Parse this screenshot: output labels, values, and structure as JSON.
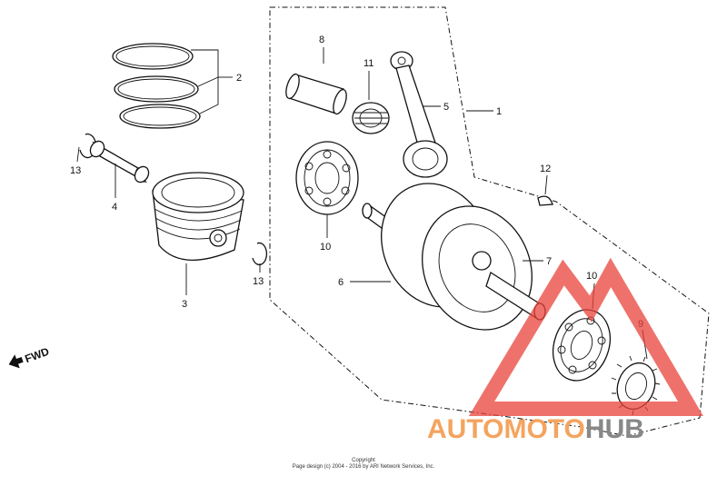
{
  "diagram": {
    "callouts": [
      {
        "id": "c2",
        "label": "2"
      },
      {
        "id": "c13a",
        "label": "13"
      },
      {
        "id": "c4",
        "label": "4"
      },
      {
        "id": "c3",
        "label": "3"
      },
      {
        "id": "c13b",
        "label": "13"
      },
      {
        "id": "c8",
        "label": "8"
      },
      {
        "id": "c11",
        "label": "11"
      },
      {
        "id": "c5",
        "label": "5"
      },
      {
        "id": "c1",
        "label": "1"
      },
      {
        "id": "c10a",
        "label": "10"
      },
      {
        "id": "c6",
        "label": "6"
      },
      {
        "id": "c7",
        "label": "7"
      },
      {
        "id": "c12",
        "label": "12"
      },
      {
        "id": "c10b",
        "label": "10"
      },
      {
        "id": "c9",
        "label": "9"
      }
    ],
    "direction_label": "FWD",
    "copyright_line1": "Copyright",
    "copyright_line2": "Page design (c) 2004 - 2016 by ARI Network Services, Inc."
  },
  "watermark": {
    "part1": "AUTOMOTO",
    "part2": "HUB",
    "color_primary": "#f4a460",
    "color_secondary": "#888888",
    "triangle_color": "#e8433a"
  }
}
